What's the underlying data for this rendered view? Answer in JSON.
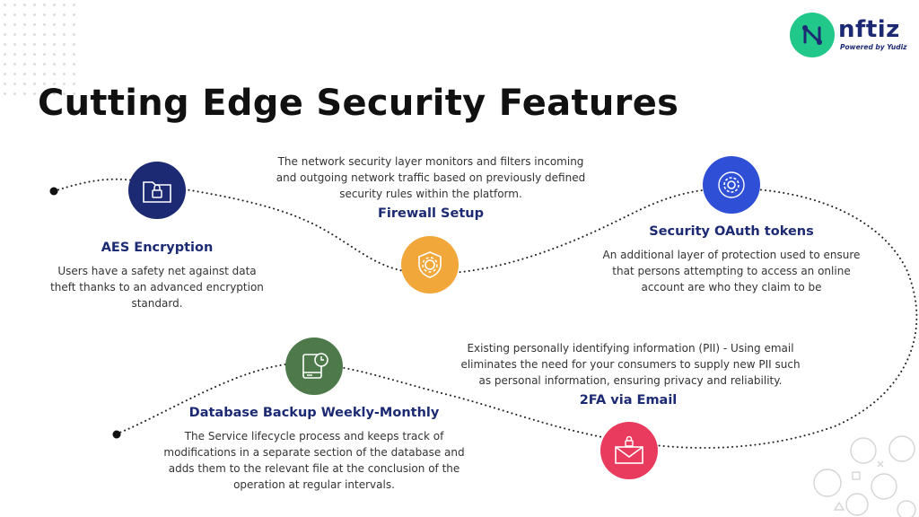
{
  "title": "Cutting Edge Security Features",
  "logo": {
    "name": "nftiz",
    "tagline": "Powered by Yudiz"
  },
  "colors": {
    "navy": "#1c2a73",
    "orange": "#f2a73b",
    "blue": "#2f4fd6",
    "green": "#4e7a4b",
    "pink": "#e93b5d",
    "logo_green": "#22c78a"
  },
  "steps": [
    {
      "heading": "AES Encryption",
      "description": "Users have a safety net against data theft thanks to an advanced encryption standard.",
      "icon": "folder-lock-icon"
    },
    {
      "heading": "Firewall Setup",
      "description": "The network security layer monitors and filters incoming and outgoing network traffic based on previously defined security rules within the platform.",
      "icon": "shield-gear-icon"
    },
    {
      "heading": "Security OAuth tokens",
      "description": "An additional layer of protection used to ensure that persons attempting to access an online account are who they claim to be",
      "icon": "gear-icon"
    },
    {
      "heading": "2FA via Email",
      "description": "Existing personally identifying information (PII) - Using email eliminates the need for your consumers to supply new PII such as personal information, ensuring privacy and reliability.",
      "icon": "envelope-lock-icon"
    },
    {
      "heading": "Database Backup Weekly-Monthly",
      "description": "The Service lifecycle process and keeps track of modifications in a separate section of the database and adds them to the relevant file at the conclusion of the operation at regular intervals.",
      "icon": "drive-clock-icon"
    }
  ]
}
